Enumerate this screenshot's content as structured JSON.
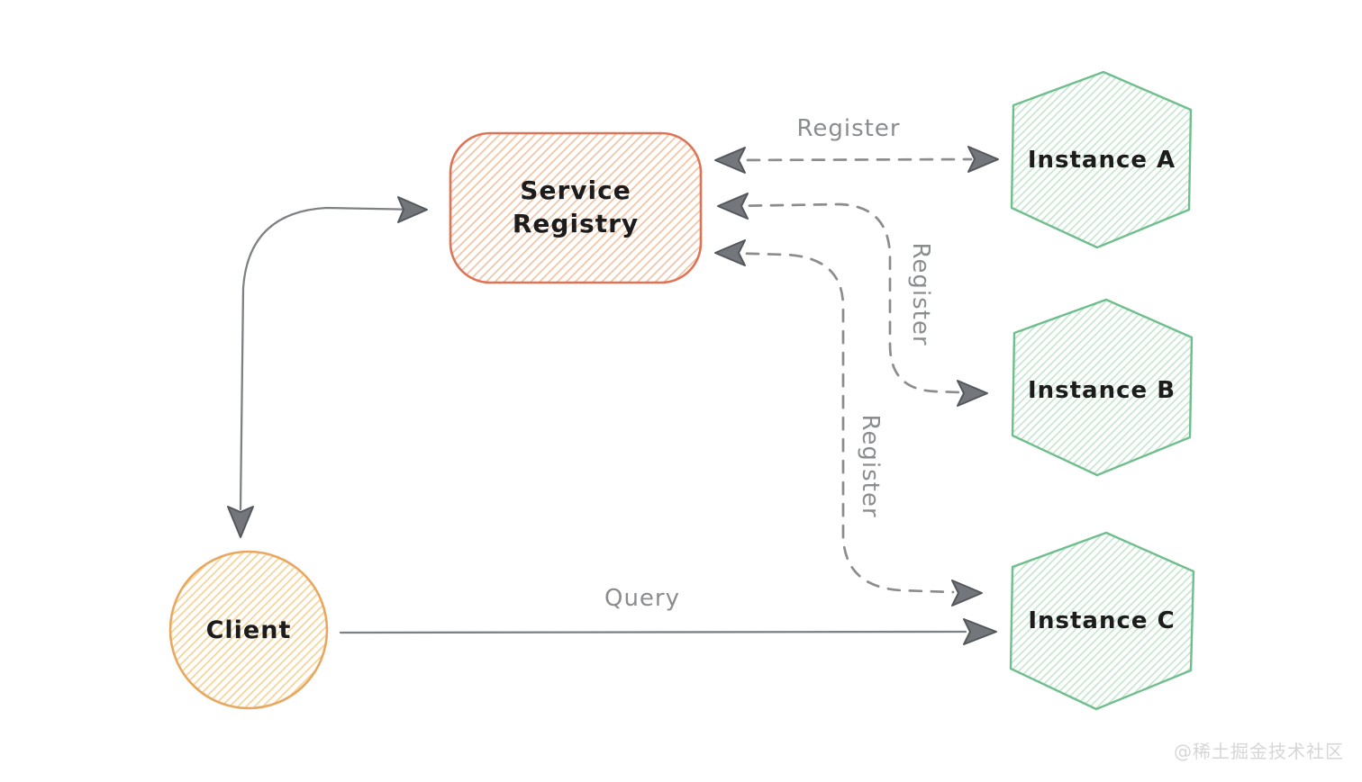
{
  "diagram": {
    "type": "service-discovery-architecture",
    "nodes": {
      "service_registry": {
        "label": "Service Registry",
        "lines": [
          "Service",
          "Registry"
        ],
        "shape": "rounded-rectangle"
      },
      "instance_a": {
        "label": "Instance A",
        "shape": "hexagon"
      },
      "instance_b": {
        "label": "Instance B",
        "shape": "hexagon"
      },
      "instance_c": {
        "label": "Instance C",
        "shape": "hexagon"
      },
      "client": {
        "label": "Client",
        "shape": "circle"
      }
    },
    "edges": [
      {
        "label": "Register",
        "from": "Instance A",
        "to": "Service Registry",
        "style": "dashed",
        "arrows": "both"
      },
      {
        "label": "Register",
        "from": "Instance B",
        "to": "Service Registry",
        "style": "dashed",
        "arrows": "both"
      },
      {
        "label": "Register",
        "from": "Instance C",
        "to": "Service Registry",
        "style": "dashed",
        "arrows": "both"
      },
      {
        "label": "",
        "from": "Client",
        "to": "Service Registry",
        "style": "solid",
        "arrows": "both"
      },
      {
        "label": "Query",
        "from": "Client",
        "to": "Instance C",
        "style": "solid",
        "arrows": "to"
      }
    ]
  },
  "watermark": "@稀土掘金技术社区",
  "colors": {
    "canvas_bg": "#ffffff",
    "registry_border": "#de7356",
    "registry_hatch": "#f2c2a2",
    "instance_border": "#6fbe8d",
    "instance_hatch": "#c3e4cc",
    "client_border": "#e9a860",
    "client_hatch": "#f5d49c",
    "arrow_solid": "#7d8084",
    "arrow_dashed": "#8c8c8c",
    "arrowhead_fill": "#73777b",
    "arrowhead_stroke": "#54585c",
    "edge_label": "#8a8d90",
    "node_text": "#1c1c1c",
    "watermark": "#d6d6d6"
  }
}
